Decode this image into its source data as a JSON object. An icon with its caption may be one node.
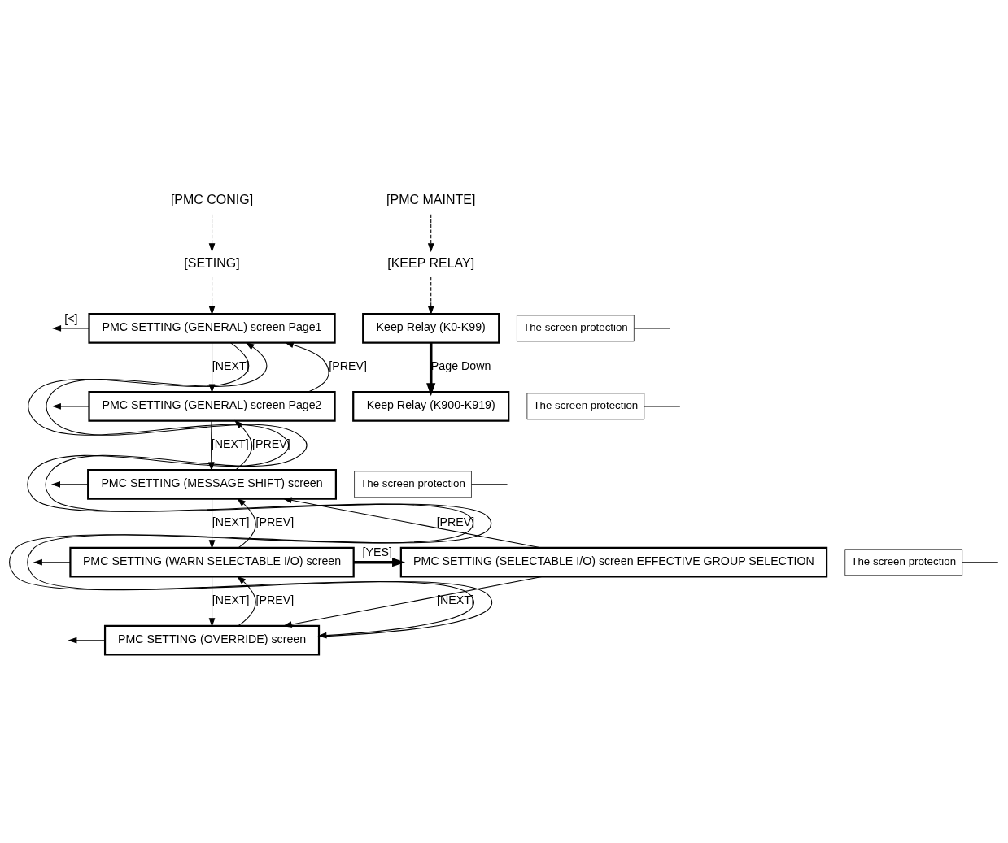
{
  "diagram": {
    "nodes": [
      {
        "text": [
          "[PMC CONIG]"
        ]
      },
      {
        "text": [
          "[SETING]"
        ]
      },
      {
        "text": [
          "PMC SETTING (GENERAL) screen Page1"
        ]
      },
      {
        "text": [
          "PMC SETTING (GENERAL) screen Page2"
        ]
      },
      {
        "text": [
          "PMC SETTING (MESSAGE SHIFT) screen"
        ]
      },
      {
        "text": [
          "PMC SETTING (WARN SELECTABLE I/O) screen"
        ]
      },
      {
        "text": [
          "PMC SETTING (OVERRIDE) screen"
        ]
      },
      {
        "text": [
          "PMC SETTING (SELECTABLE I/O) screen EFFECTIVE GROUP SELECTION"
        ]
      },
      {
        "text": [
          "[PMC MAINTE]"
        ]
      },
      {
        "text": [
          "[KEEP RELAY]"
        ]
      },
      {
        "text": [
          "Keep Relay (K0-K99)"
        ]
      },
      {
        "text": [
          "Keep Relay (K900-K919)"
        ]
      },
      {
        "text": [
          "The screen protection"
        ]
      },
      {
        "text": [
          "The screen protection"
        ]
      },
      {
        "text": [
          "The screen protection"
        ]
      },
      {
        "text": [
          "The screen protection"
        ]
      }
    ],
    "edges": [
      {
        "from": 0,
        "to": 1,
        "arrow": "to",
        "style": "dashed"
      },
      {
        "from": 1,
        "to": 2,
        "arrow": "to",
        "style": "dashed"
      },
      {
        "from": 2,
        "to": 3,
        "arrow": "to",
        "label": "[NEXT]"
      },
      {
        "from": 3,
        "to": 2,
        "arrow": "to",
        "label": "[PREV]"
      },
      {
        "from": 3,
        "to": 4,
        "arrow": "to",
        "label": "[NEXT]"
      },
      {
        "from": 4,
        "to": 3,
        "arrow": "to",
        "label": "[PREV]"
      },
      {
        "from": 4,
        "to": 5,
        "arrow": "to",
        "label": "[NEXT]"
      },
      {
        "from": 5,
        "to": 4,
        "arrow": "to",
        "label": "[PREV]"
      },
      {
        "from": 5,
        "to": 6,
        "arrow": "to",
        "label": "[NEXT]"
      },
      {
        "from": 6,
        "to": 5,
        "arrow": "to",
        "label": "[PREV]"
      },
      {
        "from": 2,
        "to": 6,
        "arrow": "to"
      },
      {
        "from": 6,
        "to": 2,
        "arrow": "to"
      },
      {
        "from": 5,
        "to": 7,
        "arrow": "to",
        "label": "[YES]",
        "style": "thick"
      },
      {
        "from": 7,
        "to": 4,
        "arrow": "to",
        "label": "[PREV]"
      },
      {
        "from": 7,
        "to": 6,
        "arrow": "to",
        "label": "[NEXT]"
      },
      {
        "from": 2,
        "to": null,
        "arrow": "to",
        "label": "[<]"
      },
      {
        "from": 3,
        "to": null,
        "arrow": "to"
      },
      {
        "from": 4,
        "to": null,
        "arrow": "to"
      },
      {
        "from": 5,
        "to": null,
        "arrow": "to"
      },
      {
        "from": 6,
        "to": null,
        "arrow": "to"
      },
      {
        "from": 8,
        "to": 9,
        "arrow": "to",
        "style": "dashed"
      },
      {
        "from": 9,
        "to": 10,
        "arrow": "to",
        "style": "dashed"
      },
      {
        "from": 10,
        "to": 11,
        "arrow": "to",
        "label": "Page Down",
        "style": "thick"
      },
      {
        "from": 12,
        "to": null,
        "arrow": "none"
      },
      {
        "from": 13,
        "to": null,
        "arrow": "none"
      },
      {
        "from": 14,
        "to": null,
        "arrow": "none"
      },
      {
        "from": 15,
        "to": null,
        "arrow": "none"
      }
    ]
  }
}
